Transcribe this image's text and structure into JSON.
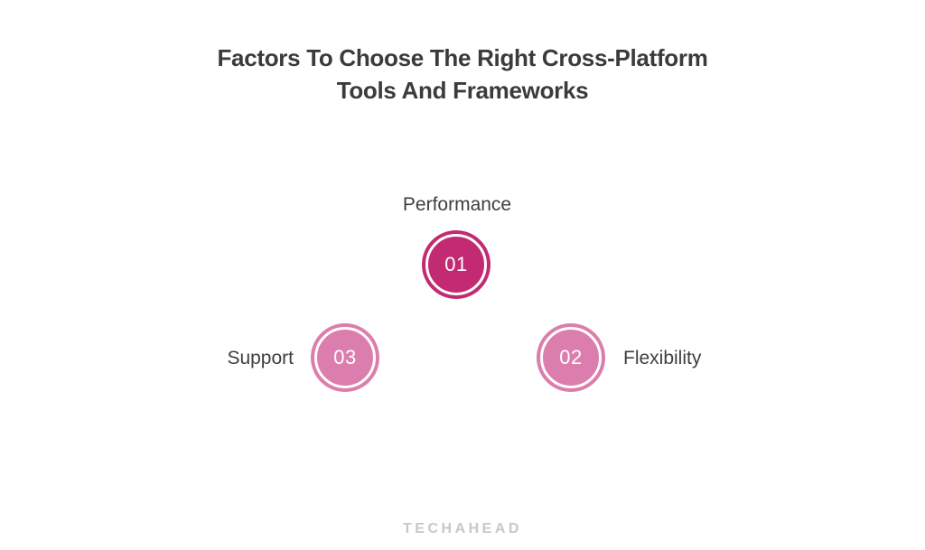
{
  "page": {
    "background_color": "#ffffff"
  },
  "title": {
    "line1": "Factors To Choose The Right Cross-Platform",
    "line2": "Tools And Frameworks",
    "color": "#3b3b3b"
  },
  "diagram": {
    "nodes": [
      {
        "number": "01",
        "label": "Performance",
        "color": "#c22b72",
        "label_position": "top"
      },
      {
        "number": "02",
        "label": "Flexibility",
        "color": "#dc7ead",
        "label_position": "right"
      },
      {
        "number": "03",
        "label": "Support",
        "color": "#dc7ead",
        "label_position": "left"
      }
    ],
    "ring_color": "#ffffff",
    "number_color": "#ffffff",
    "label_color": "#3f3f3f"
  },
  "footer": {
    "logo_text": "TECHAHEAD",
    "logo_color": "#c8c8c8"
  }
}
